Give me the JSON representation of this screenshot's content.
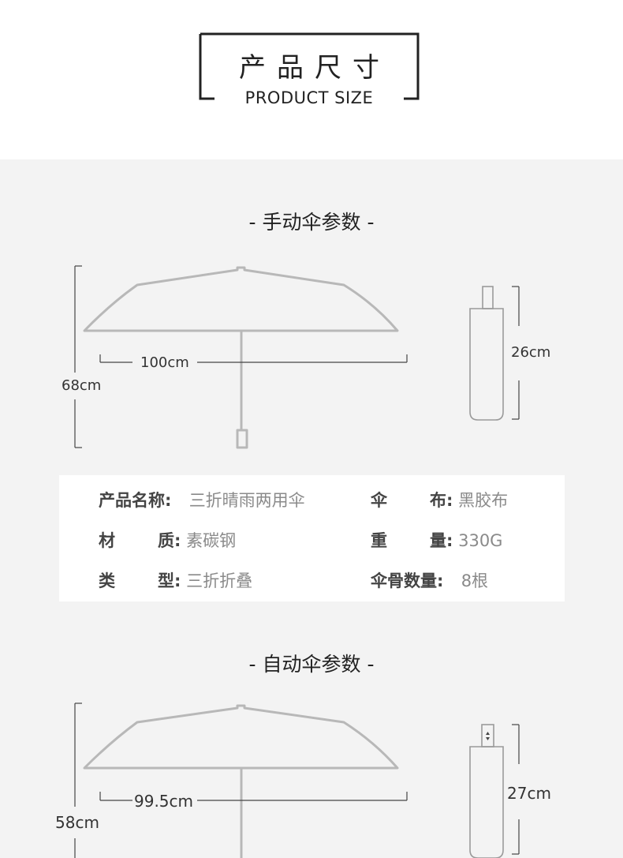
{
  "header": {
    "title_cn": "产品尺寸",
    "title_en": "PRODUCT SIZE"
  },
  "manual": {
    "section_title": "- 手动伞参数 -",
    "width_label": "100cm",
    "height_label": "68cm",
    "folded_label": "26cm"
  },
  "specs": [
    {
      "label_chars": [
        "产",
        "品",
        "名",
        "称"
      ],
      "colon": ":",
      "value": "三折晴雨两用伞"
    },
    {
      "label_chars": [
        "伞",
        "布"
      ],
      "colon": ":",
      "value": "黑胶布"
    },
    {
      "label_chars": [
        "材",
        "质"
      ],
      "colon": ":",
      "value": "素碳钢"
    },
    {
      "label_chars": [
        "重",
        "量"
      ],
      "colon": ":",
      "value": "330G"
    },
    {
      "label_chars": [
        "类",
        "型"
      ],
      "colon": ":",
      "value": "三折折叠"
    },
    {
      "label_chars": [
        "伞",
        "骨",
        "数",
        "量"
      ],
      "colon": ":",
      "value": "8根"
    }
  ],
  "automatic": {
    "section_title": "- 自动伞参数 -",
    "width_label": "99.5cm",
    "height_label": "58cm",
    "folded_label": "27cm"
  },
  "colors": {
    "background_grey": "#f3f3f3",
    "outline_grey": "#b8b8b8",
    "text_dark": "#222222",
    "value_grey": "#8a8a8a"
  }
}
